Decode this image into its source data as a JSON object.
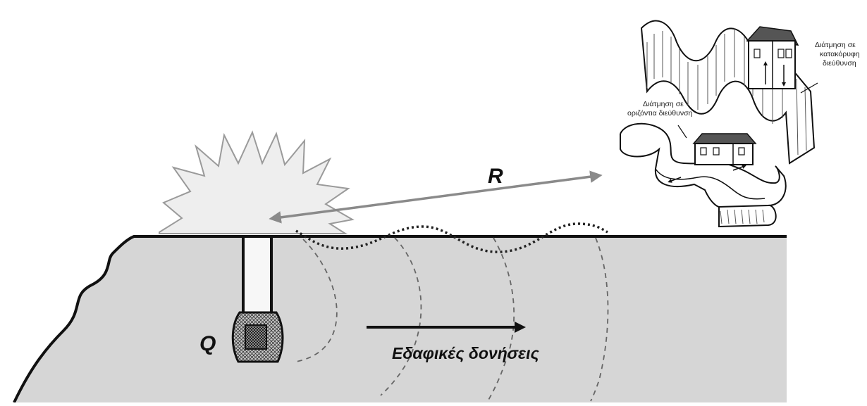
{
  "labels": {
    "distance": "R",
    "charge": "Q",
    "vibrations": "Εδαφικές δονήσεις",
    "vertical_shear": [
      "Διάτμηση σε",
      "κατακόρυφη",
      "διεύθυνση"
    ],
    "horizontal_shear": [
      "Διάτμηση σε",
      "οριζόντια διεύθυνση"
    ]
  },
  "colors": {
    "ground": "#d6d6d6",
    "burst": "#eeeeee",
    "distance_arrow": "#8a8a8a",
    "outline": "#111111"
  }
}
